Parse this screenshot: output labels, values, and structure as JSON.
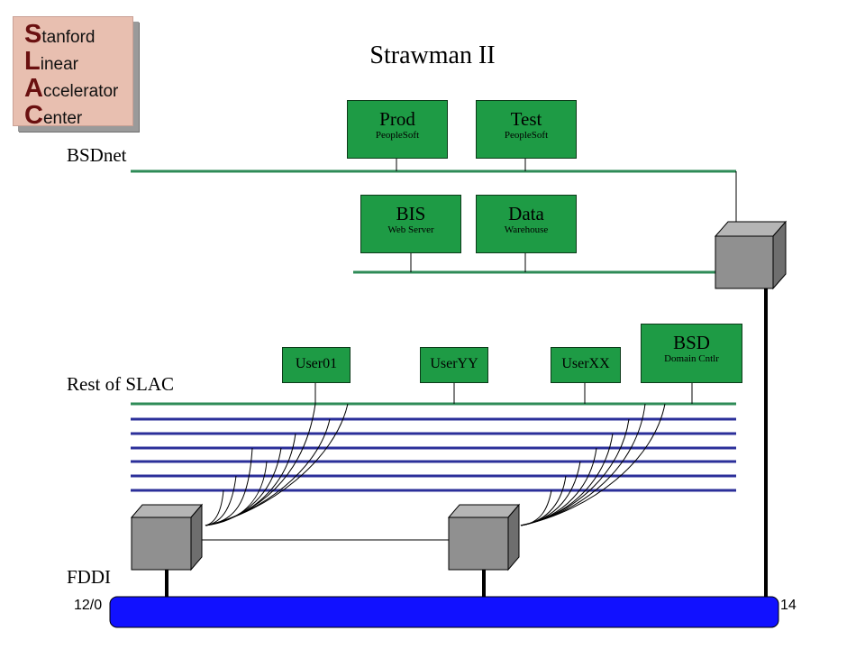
{
  "title": "Strawman II",
  "logo": {
    "lines": [
      {
        "cap": "S",
        "rest": "tanford"
      },
      {
        "cap": "L",
        "rest": "inear"
      },
      {
        "cap": "A",
        "rest": "ccelerator"
      },
      {
        "cap": "C",
        "rest": "enter"
      }
    ]
  },
  "labels": {
    "bsdnet": "BSDnet",
    "rest_of_slac": "Rest of SLAC",
    "fddi": "FDDI"
  },
  "servers": {
    "prod": {
      "main": "Prod",
      "sub": "PeopleSoft"
    },
    "test": {
      "main": "Test",
      "sub": "PeopleSoft"
    },
    "bis": {
      "main": "BIS",
      "sub": "Web Server"
    },
    "data": {
      "main": "Data",
      "sub": "Warehouse"
    }
  },
  "users": {
    "user01": "User01",
    "useryy": "UserYY",
    "userxx": "UserXX",
    "bsd": {
      "main": "BSD",
      "sub": "Domain Cntlr"
    }
  },
  "footer": {
    "left": "12/0",
    "right": "14"
  },
  "colors": {
    "server_box": "#1e9b45",
    "green_line": "#2e8b57",
    "blue_line": "#2b2f9a",
    "fddi_ring": "#1111ff",
    "switch": "#909090"
  },
  "icons": [
    "switch-cube-icon"
  ]
}
